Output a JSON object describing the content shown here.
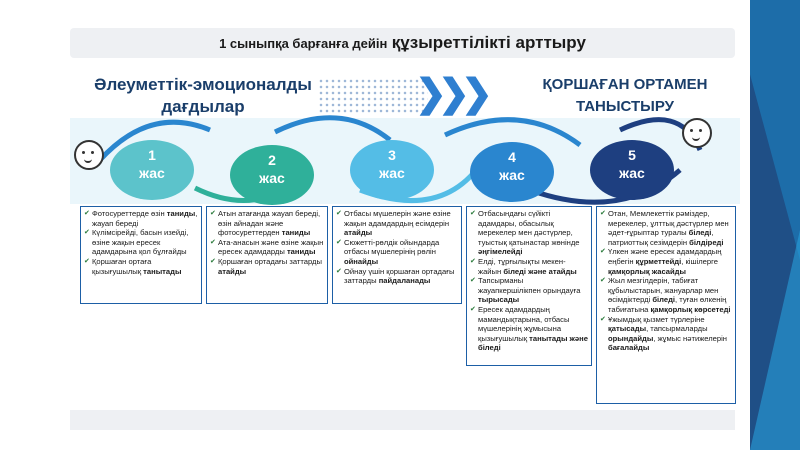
{
  "title": {
    "part1": "1 сыныпқа барғанға дейін",
    "part2": "құзыреттілікті арттыру"
  },
  "left_heading": {
    "line1": "Әлеуметтік-эмоционалды",
    "line2": "дағдылар"
  },
  "right_heading": {
    "line1": "ҚОРШАҒАН ОРТАМЕН",
    "line2": "ТАНЫСТЫРУ"
  },
  "colors": {
    "c1": "#5cc3cb",
    "c2": "#2fb09a",
    "c3": "#54bde6",
    "c4": "#2a86cf",
    "c5": "#1e3f80",
    "border": "#1d5fa6",
    "bg": "#1f4f86"
  },
  "icons": [
    "child-face-icon",
    "schoolkid-icon",
    "check-icon",
    "chevron-right-icon"
  ],
  "stages": [
    {
      "num": "1",
      "unit": "жас"
    },
    {
      "num": "2",
      "unit": "жас"
    },
    {
      "num": "3",
      "unit": "жас"
    },
    {
      "num": "4",
      "unit": "жас"
    },
    {
      "num": "5",
      "unit": "жас"
    }
  ],
  "boxes": [
    {
      "items": [
        {
          "text": "Фотосуреттерде өзін ",
          "bold": "таниды",
          "tail": ", жауап береді"
        },
        {
          "text": "Күлімсірейді, басын изейді, өзіне жақын ересек адамдарына қол бұлғайды",
          "bold": "",
          "tail": ""
        },
        {
          "text": "Қоршаған ортаға қызығушылық ",
          "bold": "танытады",
          "tail": ""
        }
      ]
    },
    {
      "items": [
        {
          "text": "Атын атағанда жауап береді, өзін айнадан және фотосуреттерден ",
          "bold": "таниды",
          "tail": ""
        },
        {
          "text": "Ата-анасын және өзіне жақын ересек адамдарды ",
          "bold": "таниды",
          "tail": ""
        },
        {
          "text": "Қоршаған ортадағы заттарды ",
          "bold": "атайды",
          "tail": ""
        }
      ]
    },
    {
      "items": [
        {
          "text": "Отбасы мүшелерін және өзіне жақын адамдардың есімдерін ",
          "bold": "атайды",
          "tail": ""
        },
        {
          "text": "Сюжетті-рөлдік ойындарда отбасы мүшелерінің рөлін ",
          "bold": "ойнайды",
          "tail": ""
        },
        {
          "text": "Ойнау үшін қоршаған ортадағы заттарды ",
          "bold": "пайдаланады",
          "tail": ""
        }
      ]
    },
    {
      "items": [
        {
          "text": "Отбасындағы сүйікті адамдары, обасылық мерекелер мен дәстүрлер, туыстық қатынастар жөнінде ",
          "bold": "әңгімелейді",
          "tail": ""
        },
        {
          "text": "Елді, тұрғылықты мекен-жайын ",
          "bold": "біледі және атайды",
          "tail": ""
        },
        {
          "text": "Тапсырманы жауапкершілікпен орындауға ",
          "bold": "тырысады",
          "tail": ""
        },
        {
          "text": "Ересек адамдардың мамандықтарына, отбасы мүшелерінің жұмысына қызығушылық ",
          "bold": "танытады және біледі",
          "tail": ""
        }
      ]
    },
    {
      "items": [
        {
          "text": "Отан, Мемлекеттік рәміздер, мерекелер, ұлттық дәстүрлер мен әдет-ғұрыптар туралы ",
          "bold": "біледі",
          "tail": ", патриоттық сезімдерін ",
          "bold2": "білдіреді"
        },
        {
          "text": "Үлкен және ересек адамдардың еңбегін ",
          "bold": "құрметтейді",
          "tail": ", кішілерге ",
          "bold2": "қамқорлық жасайды"
        },
        {
          "text": "Жыл мезгілдерін, табиғат құбылыстарын, жануарлар мен өсімдіктерді ",
          "bold": "біледі",
          "tail": ", туған өлкенің табиғатына ",
          "bold2": "қамқорлық көрсетеді"
        },
        {
          "text": "Ұжымдық қызмет түрлеріне ",
          "bold": "қатысады",
          "tail": ", тапсырмаларды ",
          "bold2": "орындайды",
          "tail2": ", жұмыс нәтижелерін ",
          "bold3": "бағалайды"
        }
      ]
    }
  ]
}
